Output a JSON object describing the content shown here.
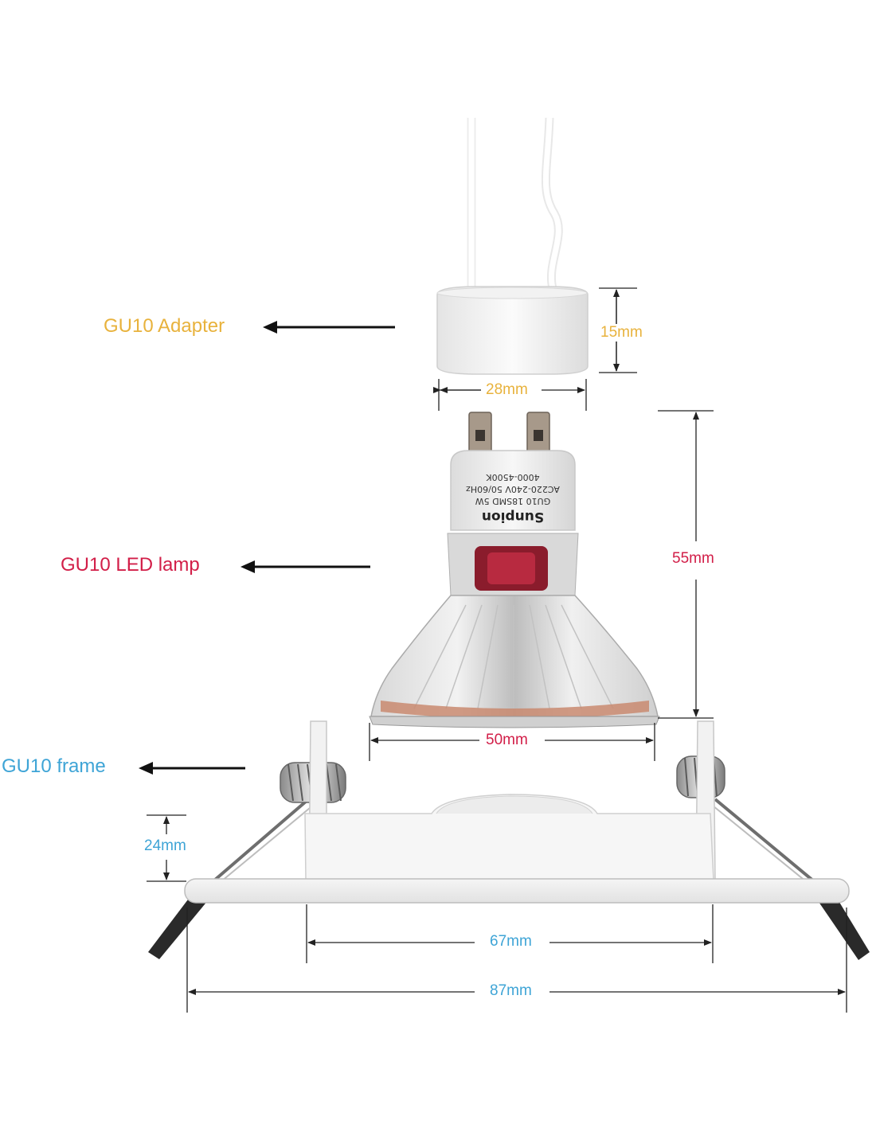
{
  "colors": {
    "adapter": "#e8b23c",
    "lamp": "#d21e48",
    "frame": "#3ea4d6",
    "arrow": "#111111",
    "dimline": "#222222"
  },
  "components": {
    "adapter_label": "GU10 Adapter",
    "lamp_label": "GU10 LED lamp",
    "frame_label": "GU10 frame"
  },
  "dimensions": {
    "adapter_height": "15mm",
    "adapter_width": "28mm",
    "lamp_height": "55mm",
    "lamp_width": "50mm",
    "frame_height": "24mm",
    "frame_inner_width": "67mm",
    "frame_outer_width": "87mm"
  },
  "lamp_print": {
    "brand": "Sunpion",
    "line1": "GU10 18SMD 5W",
    "line2": "AC220-240V 50/60Hz",
    "line3": "4000-4500K"
  }
}
